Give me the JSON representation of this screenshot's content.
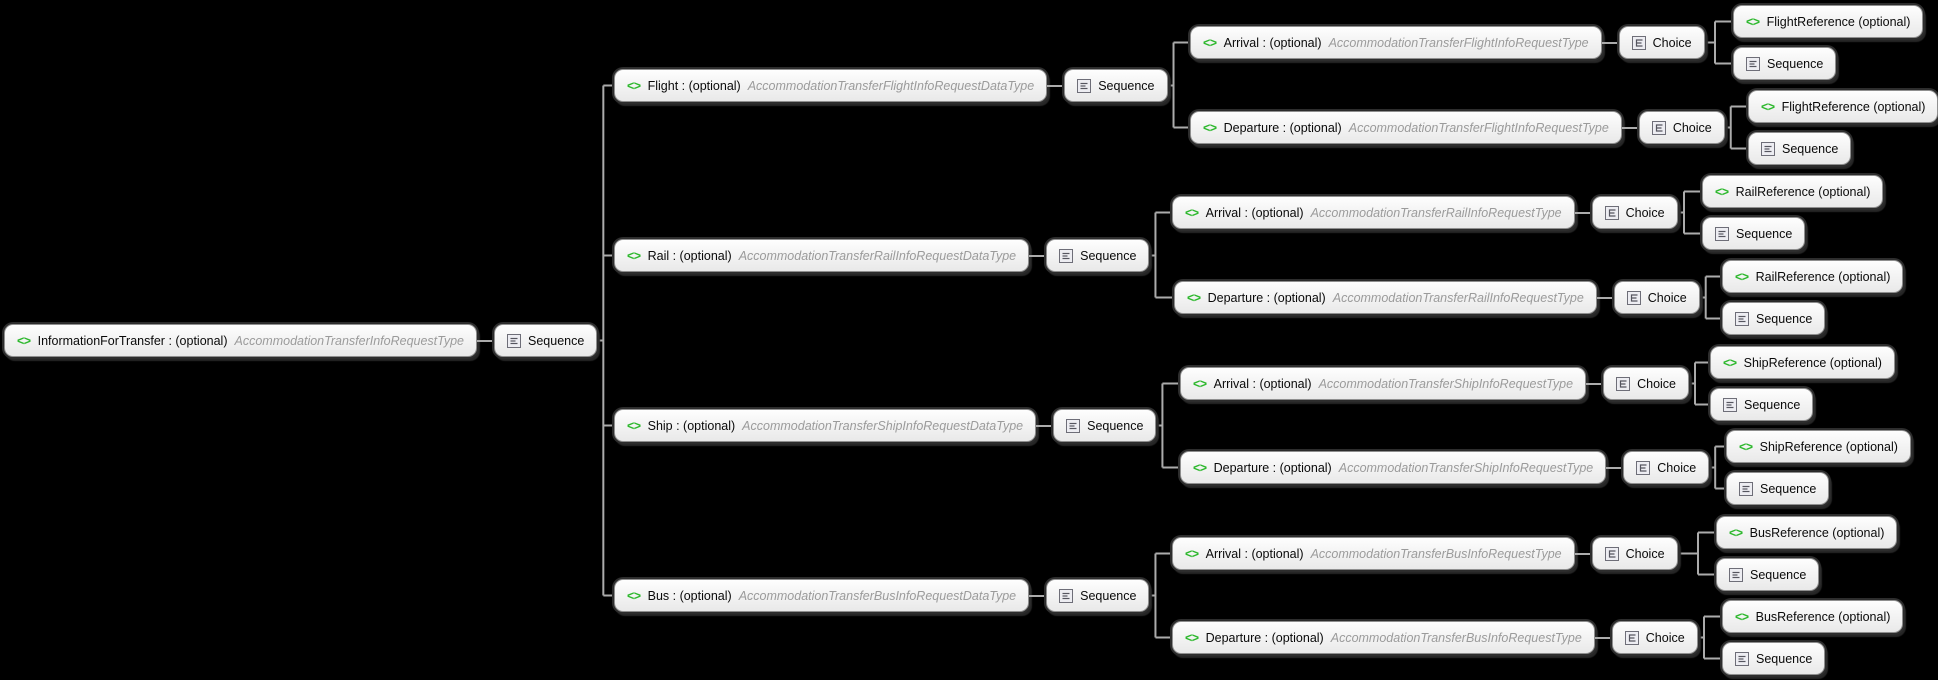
{
  "labels": {
    "sequence": "Sequence",
    "choice": "Choice",
    "element_icon": "<>"
  },
  "colors": {
    "background": "#000000",
    "box_background": "#f2f2f2",
    "box_border": "#8f8f8f",
    "connector": "#ababab",
    "element_icon_green": "#2db82d",
    "name_text": "#0a0a0a",
    "type_text": "#9b9b9b"
  },
  "root": {
    "label": "InformationForTransfer : (optional)",
    "type": "AccommodationTransferInfoRequestType"
  },
  "groups": [
    {
      "label": "Flight : (optional)",
      "type": "AccommodationTransferFlightInfoRequestDataType",
      "children": [
        {
          "label": "Arrival : (optional)",
          "type": "AccommodationTransferFlightInfoRequestType",
          "reference": "FlightReference (optional)"
        },
        {
          "label": "Departure : (optional)",
          "type": "AccommodationTransferFlightInfoRequestType",
          "reference": "FlightReference (optional)"
        }
      ]
    },
    {
      "label": "Rail : (optional)",
      "type": "AccommodationTransferRailInfoRequestDataType",
      "children": [
        {
          "label": "Arrival : (optional)",
          "type": "AccommodationTransferRailInfoRequestType",
          "reference": "RailReference (optional)"
        },
        {
          "label": "Departure : (optional)",
          "type": "AccommodationTransferRailInfoRequestType",
          "reference": "RailReference (optional)"
        }
      ]
    },
    {
      "label": "Ship : (optional)",
      "type": "AccommodationTransferShipInfoRequestDataType",
      "children": [
        {
          "label": "Arrival : (optional)",
          "type": "AccommodationTransferShipInfoRequestType",
          "reference": "ShipReference (optional)"
        },
        {
          "label": "Departure : (optional)",
          "type": "AccommodationTransferShipInfoRequestType",
          "reference": "ShipReference (optional)"
        }
      ]
    },
    {
      "label": "Bus : (optional)",
      "type": "AccommodationTransferBusInfoRequestDataType",
      "children": [
        {
          "label": "Arrival : (optional)",
          "type": "AccommodationTransferBusInfoRequestType",
          "reference": "BusReference (optional)"
        },
        {
          "label": "Departure : (optional)",
          "type": "AccommodationTransferBusInfoRequestType",
          "reference": "BusReference (optional)"
        }
      ]
    }
  ]
}
